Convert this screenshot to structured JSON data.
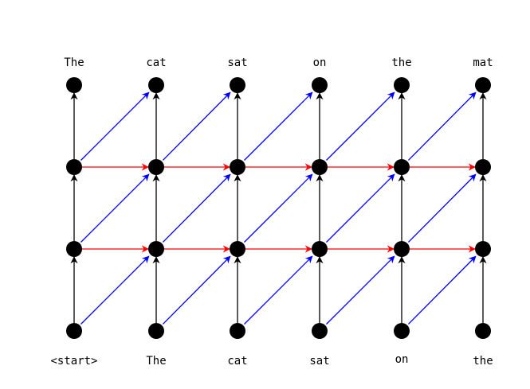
{
  "diagram": {
    "top_words": [
      "The",
      "cat",
      "sat",
      "on",
      "the",
      "mat"
    ],
    "bottom_words": [
      "<start>",
      "The",
      "cat",
      "sat",
      "on",
      "the"
    ],
    "layers": 4,
    "columns": 6,
    "colors": {
      "node": "#000000",
      "vertical_edge": "#000000",
      "diagonal_edge": "#0000ff",
      "horizontal_edge": "#ff0000"
    }
  }
}
